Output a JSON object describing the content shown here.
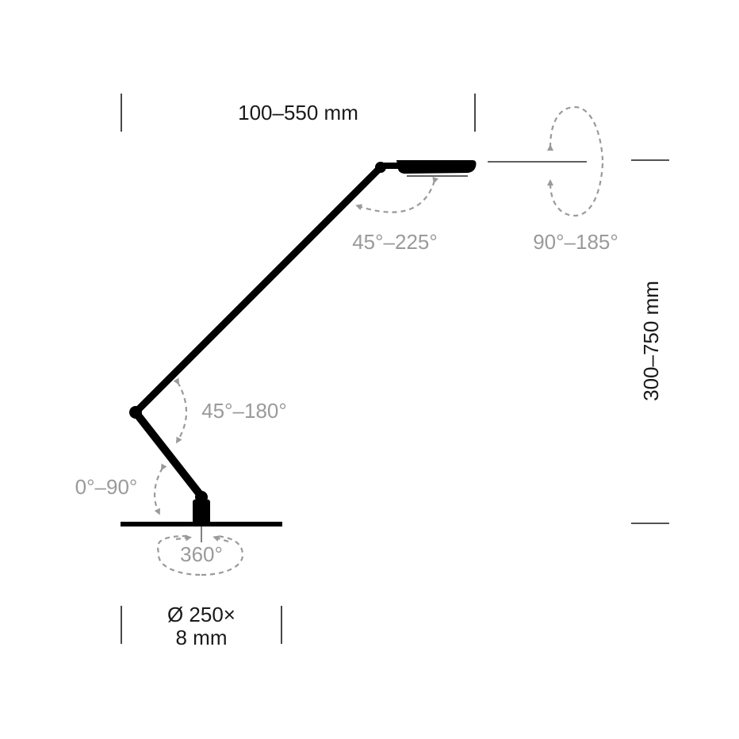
{
  "dimensions": {
    "reach": "100–550 mm",
    "height": "300–750 mm",
    "base_line1": "Ø 250×",
    "base_line2": "8 mm"
  },
  "angles": {
    "head_tilt": "45°–225°",
    "head_rotation": "90°–185°",
    "upper_arm": "45°–180°",
    "lower_arm": "0°–90°",
    "base_rotation": "360°"
  },
  "colors": {
    "lamp": "#000000",
    "dimension_text": "#1a1a1a",
    "angle_text": "#9a9a9a"
  }
}
